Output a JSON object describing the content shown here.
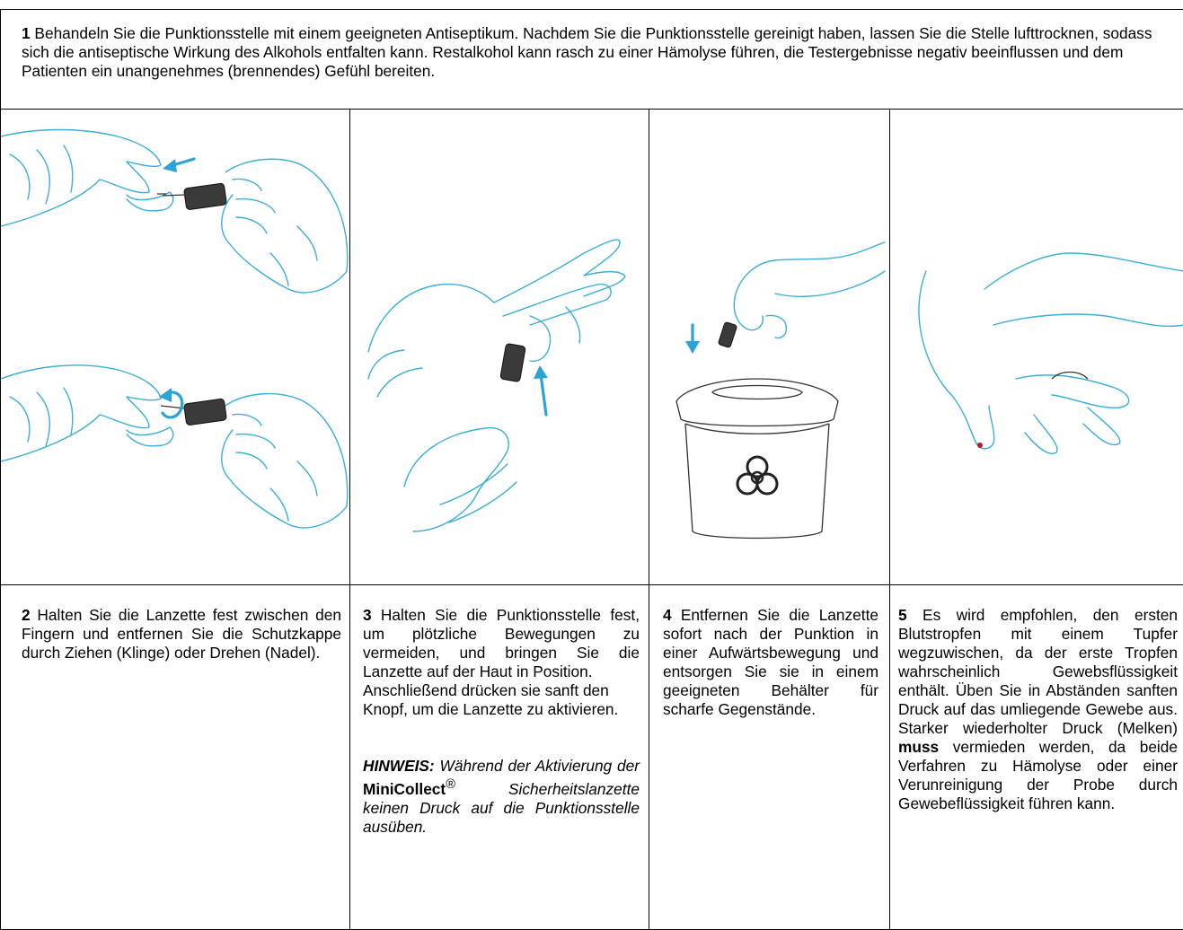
{
  "intro": {
    "number": "1",
    "text": " Behandeln Sie die Punktionsstelle mit einem geeigneten Antiseptikum. Nachdem Sie die Punktionsstelle gereinigt haben, lassen Sie die Stelle lufttrocknen, sodass sich die antiseptische Wirkung des Alkohols entfalten kann. Restalkohol kann rasch zu einer Hämolyse führen, die Testergebnisse negativ beeinflussen und dem Patienten ein unangenehmes (brennendes) Gefühl bereiten."
  },
  "steps": [
    {
      "number": "2",
      "text": " Halten Sie die Lanzette fest zwischen den Fingern und entfernen Sie die Schutzkappe durch Ziehen (Klinge) oder Drehen (Nadel).",
      "illustration": "hands-removing-lancet-cap"
    },
    {
      "number": "3",
      "text": " Halten Sie die Punktionsstelle fest, um plötzliche Bewegungen zu vermeiden, und bringen Sie die Lanzette auf der Haut in Position.",
      "text2": "Anschließend drücken sie sanft den Knopf, um die Lanzette zu aktivieren.",
      "note_label": "HINWEIS:",
      "note_pre": " Während der Aktivierung der ",
      "note_brand": "MiniCollect",
      "note_reg": "®",
      "note_post": " Sicherheitslanzette keinen Druck auf die Punktionsstelle ausüben.",
      "illustration": "lancet-on-finger"
    },
    {
      "number": "4",
      "text": " Entfernen Sie die Lanzette sofort nach der Punktion in einer Aufwärtsbewegung und entsorgen Sie sie in einem geeigneten Behälter für scharfe Gegenstände.",
      "illustration": "biohazard-sharps-container"
    },
    {
      "number": "5",
      "text_pre": " Es wird empfohlen, den ersten Blutstropfen mit einem Tupfer wegzuwischen, da der erste Tropfen wahrscheinlich Gewebsflüssigkeit enthält. Üben Sie in Abständen sanften Druck auf das umliegende Gewebe aus. Starker wiederholter Druck (Melken) ",
      "text_bold": "muss",
      "text_post": " vermieden werden, da beide Verfahren zu Hämolyse oder einer Verunreinigung der Probe durch Gewebeflüssigkeit führen kann.",
      "illustration": "blood-drop-finger"
    }
  ],
  "colors": {
    "ink": "#3aaed8",
    "arrow": "#2aa3d6",
    "border": "#000000"
  }
}
